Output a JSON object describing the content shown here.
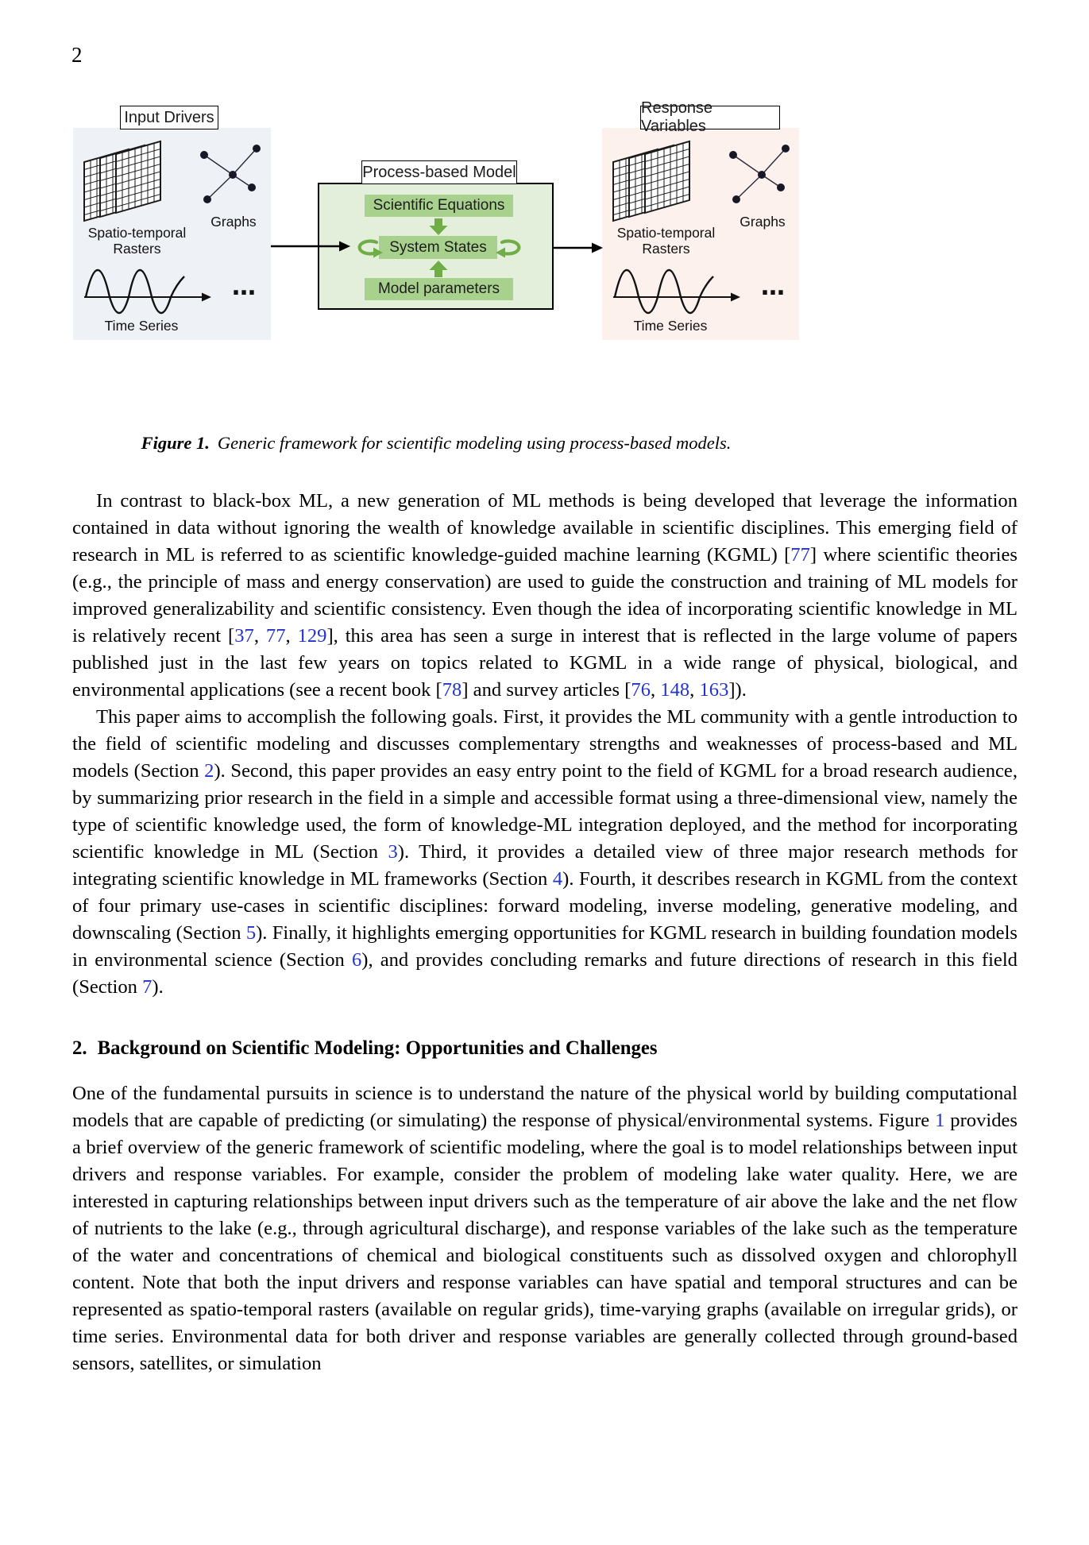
{
  "page": {
    "number": "2"
  },
  "figure": {
    "input_drivers": {
      "title": "Input Drivers",
      "rasters_label": "Spatio-temporal Rasters",
      "graphs_label": "Graphs",
      "time_series_label": "Time Series",
      "ellipsis": "…"
    },
    "process_model": {
      "title": "Process-based Model",
      "equations": "Scientific Equations",
      "states": "System States",
      "parameters": "Model parameters"
    },
    "response_variables": {
      "title": "Response Variables",
      "rasters_label": "Spatio-temporal Rasters",
      "graphs_label": "Graphs",
      "time_series_label": "Time Series",
      "ellipsis": "…"
    },
    "caption": {
      "label": "Figure 1.",
      "text": "Generic framework for scientific modeling using process-based models."
    },
    "colors": {
      "input_panel": "#eef2f7",
      "response_panel": "#fdf1ee",
      "model_panel": "#e3efda",
      "model_box": "#a9d18e",
      "green_arrow": "#70ad47",
      "link": "#2233cc"
    }
  },
  "section": {
    "number": "2.",
    "title": "Background on Scientific Modeling: Opportunities and Challenges"
  },
  "paragraphs": [
    {
      "segments": [
        {
          "t": "In contrast to black-box ML, a new generation of ML methods is being developed that leverage the information contained in data without ignoring the wealth of knowledge available in scientific disciplines. This emerging field of research in ML is referred to as scientific knowledge-guided machine learning (KGML) ["
        },
        {
          "t": "77",
          "link": true
        },
        {
          "t": "] where scientific theories (e.g., the principle of mass and energy conservation) are used to guide the construction and training of ML models for improved generalizability and scientific consistency. Even though the idea of incorporating scientific knowledge in ML is relatively recent ["
        },
        {
          "t": "37",
          "link": true
        },
        {
          "t": ", "
        },
        {
          "t": "77",
          "link": true
        },
        {
          "t": ", "
        },
        {
          "t": "129",
          "link": true
        },
        {
          "t": "], this area has seen a surge in interest that is reflected in the large volume of papers published just in the last few years on topics related to KGML in a wide range of physical, biological, and environmental applications (see a recent book ["
        },
        {
          "t": "78",
          "link": true
        },
        {
          "t": "] and survey articles ["
        },
        {
          "t": "76",
          "link": true
        },
        {
          "t": ", "
        },
        {
          "t": "148",
          "link": true
        },
        {
          "t": ", "
        },
        {
          "t": "163",
          "link": true
        },
        {
          "t": "])."
        }
      ]
    },
    {
      "segments": [
        {
          "t": "This paper aims to accomplish the following goals. First, it provides the ML community with a gentle introduction to the field of scientific modeling and discusses complementary strengths and weaknesses of process-based and ML models (Section "
        },
        {
          "t": "2",
          "link": true
        },
        {
          "t": "). Second, this paper provides an easy entry point to the field of KGML for a broad research audience, by summarizing prior research in the field in a simple and accessible format using a three-dimensional view, namely the type of scientific knowledge used, the form of knowledge-ML integration deployed, and the method for incorporating scientific knowledge in ML (Section "
        },
        {
          "t": "3",
          "link": true
        },
        {
          "t": "). Third, it provides a detailed view of three major research methods for integrating scientific knowledge in ML frameworks (Section "
        },
        {
          "t": "4",
          "link": true
        },
        {
          "t": "). Fourth, it describes research in KGML from the context of four primary use-cases in scientific disciplines: forward modeling, inverse modeling, generative modeling, and downscaling (Section "
        },
        {
          "t": "5",
          "link": true
        },
        {
          "t": "). Finally, it highlights emerging opportunities for KGML research in building foundation models in environmental science (Section "
        },
        {
          "t": "6",
          "link": true
        },
        {
          "t": "), and provides concluding remarks and future directions of research in this field (Section "
        },
        {
          "t": "7",
          "link": true
        },
        {
          "t": ")."
        }
      ]
    },
    {
      "segments": [
        {
          "t": "One of the fundamental pursuits in science is to understand the nature of the physical world by building computational models that are capable of predicting (or simulating) the response of physical/environmental systems. Figure "
        },
        {
          "t": "1",
          "link": true
        },
        {
          "t": " provides a brief overview of the generic framework of scientific modeling, where the goal is to model relationships between input drivers and response variables. For example, consider the problem of modeling lake water quality. Here, we are interested in capturing relationships between input drivers such as the temperature of air above the lake and the net flow of nutrients to the lake (e.g., through agricultural discharge), and response variables of the lake such as the temperature of the water and concentrations of chemical and biological constituents such as dissolved oxygen and chlorophyll content. Note that both the input drivers and response variables can have spatial and temporal structures and can be represented as spatio-temporal rasters (available on regular grids), time-varying graphs (available on irregular grids), or time series. Environmental data for both driver and response variables are generally collected through ground-based sensors, satellites, or simulation"
        }
      ]
    }
  ]
}
